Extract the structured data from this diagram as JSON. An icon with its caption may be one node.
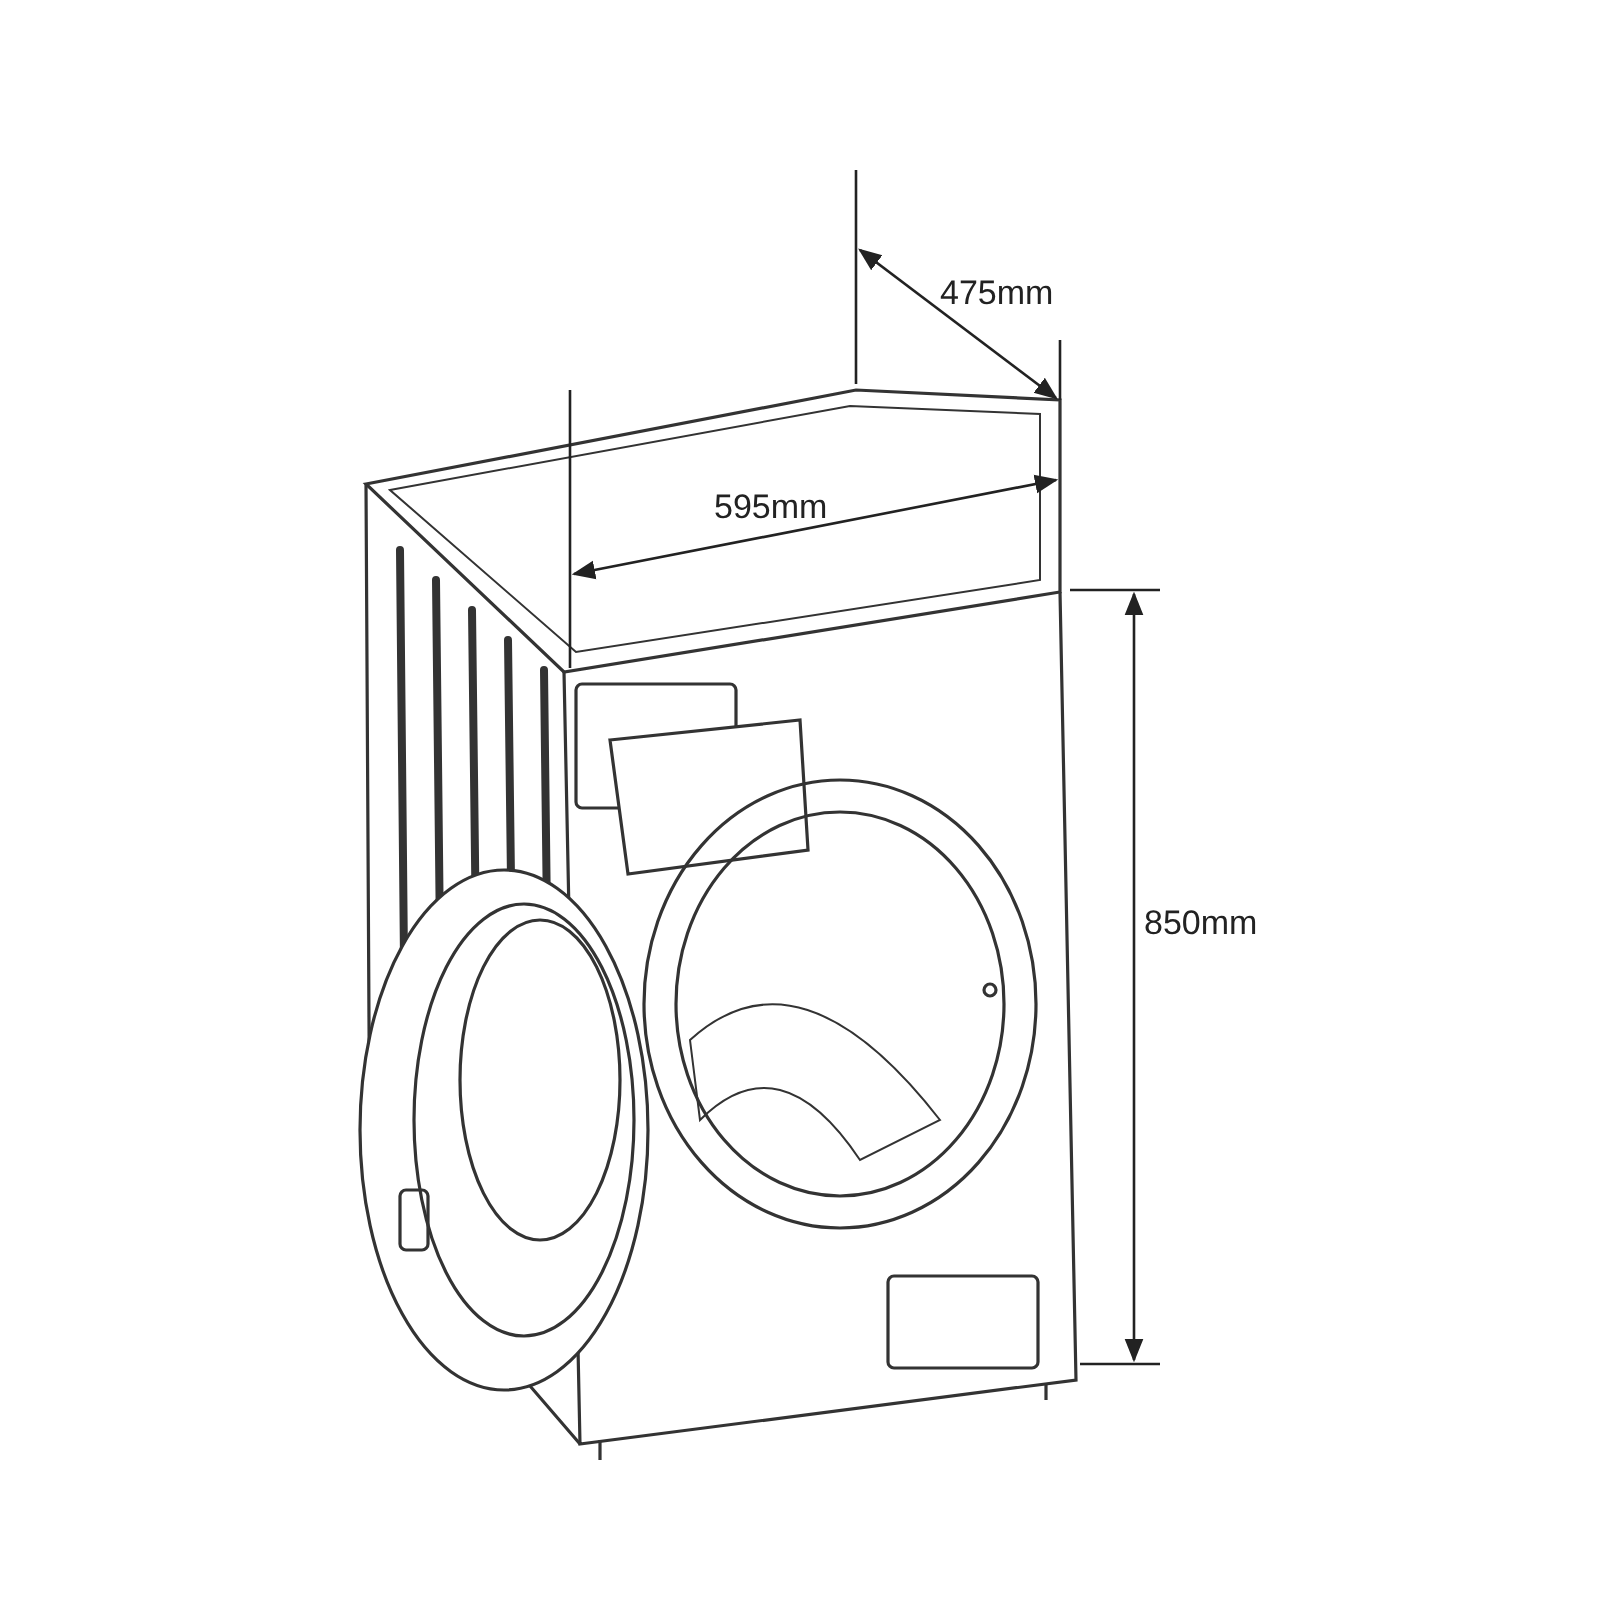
{
  "diagram": {
    "labels": [
      "475mm",
      "595mm",
      "850mm"
    ]
  }
}
